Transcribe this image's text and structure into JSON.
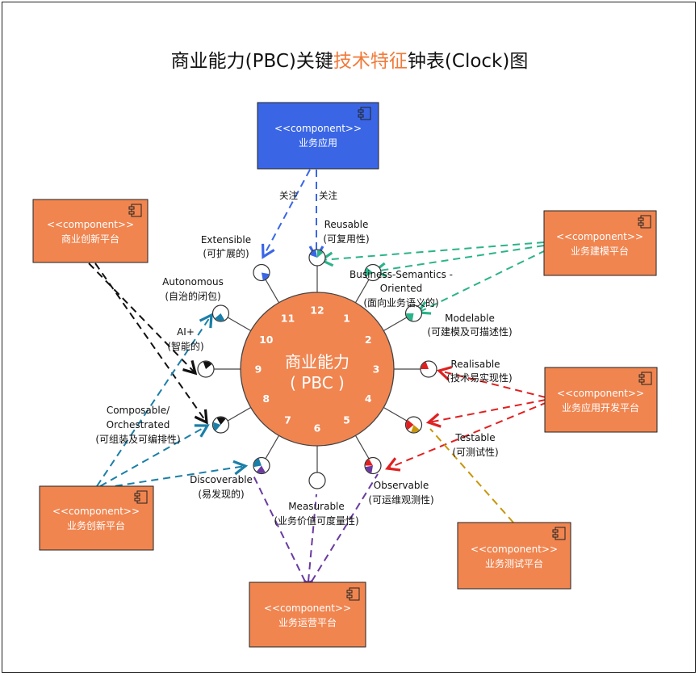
{
  "title": {
    "part1": "商业能力(PBC)关键",
    "highlight": "技术特征",
    "part2": "钟表(Clock)图",
    "highlight_color": "#f07a3a"
  },
  "hub": {
    "line1": "商业能力",
    "line2": "( PBC )",
    "fill": "#f08550",
    "stroke": "#444444"
  },
  "hours": [
    "12",
    "1",
    "2",
    "3",
    "4",
    "5",
    "6",
    "7",
    "8",
    "9",
    "10",
    "11"
  ],
  "features": [
    {
      "id": "reusable",
      "en": "Reusable",
      "cn": "(可复用性)"
    },
    {
      "id": "business-semantics",
      "en": "Business-Semantics -",
      "en2": "Oriented",
      "cn": "(面向业务语义的)"
    },
    {
      "id": "modelable",
      "en": "Modelable",
      "cn": "(可建模及可描述性)"
    },
    {
      "id": "realisable",
      "en": "Realisable",
      "cn": "(技术易实现性)"
    },
    {
      "id": "testable",
      "en": "Testable",
      "cn": "(可测试性)"
    },
    {
      "id": "observable",
      "en": "Observable",
      "cn": "(可运维观测性)"
    },
    {
      "id": "measurable",
      "en": "Measurable",
      "cn": "(业务价值可度量性)"
    },
    {
      "id": "discoverable",
      "en": "Discoverable",
      "cn": "(易发现的)"
    },
    {
      "id": "composable",
      "en": "Composable/",
      "en2": "Orchestrated",
      "cn": "(可组装及可编排性)"
    },
    {
      "id": "ai",
      "en": "AI+",
      "cn": "(智能的)"
    },
    {
      "id": "autonomous",
      "en": "Autonomous",
      "cn": "(自治的闭包)"
    },
    {
      "id": "extensible",
      "en": "Extensible",
      "cn": "(可扩展的)"
    }
  ],
  "components": [
    {
      "id": "business-app",
      "stereotype": "<<component>>",
      "name": "业务应用",
      "fill": "#3a66e6"
    },
    {
      "id": "business-innovation-platform",
      "stereotype": "<<component>>",
      "name": "商业创新平台",
      "fill": "#f08550"
    },
    {
      "id": "business-modeling-platform",
      "stereotype": "<<component>>",
      "name": "业务建模平台",
      "fill": "#f08550"
    },
    {
      "id": "app-dev-platform",
      "stereotype": "<<component>>",
      "name": "业务应用开发平台",
      "fill": "#f08550"
    },
    {
      "id": "testing-platform",
      "stereotype": "<<component>>",
      "name": "业务测试平台",
      "fill": "#f08550"
    },
    {
      "id": "ops-platform",
      "stereotype": "<<component>>",
      "name": "业务运营平台",
      "fill": "#f08550"
    },
    {
      "id": "biz-innovation-platform",
      "stereotype": "<<component>>",
      "name": "业务创新平台",
      "fill": "#f08550"
    }
  ],
  "relations": {
    "label_left": "关注",
    "label_right": "关注"
  },
  "colors": {
    "blue_arrow": "#3a66e6",
    "green_arrow": "#2bb38a",
    "black_arrow": "#111111",
    "red_arrow": "#e02020",
    "olive_arrow": "#c8960a",
    "purple_arrow": "#6a3aa0",
    "teal_arrow": "#1a7fa8"
  }
}
